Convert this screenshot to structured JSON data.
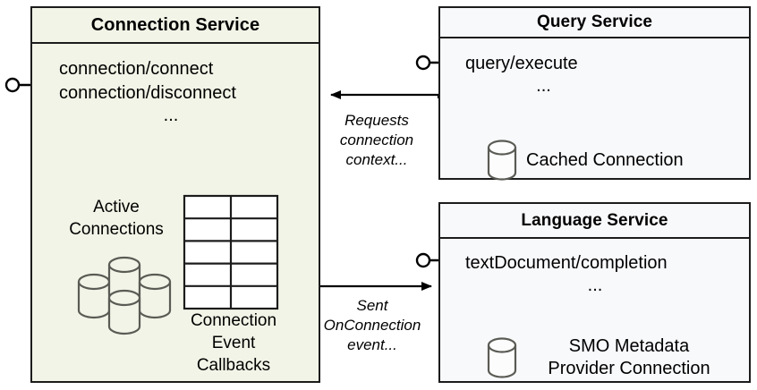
{
  "diagram": {
    "type": "uml-component-diagram",
    "colors": {
      "connection_service_fill": "#f2f4e7",
      "service_fill": "#f8f9fb",
      "stroke": "#1c1c1c",
      "icon_stroke": "#555555",
      "background": "#ffffff"
    },
    "components": [
      {
        "id": "connection",
        "title": "Connection Service",
        "operations": [
          "connection/connect",
          "connection/disconnect"
        ],
        "ellipsis": "...",
        "elements": [
          {
            "name": "active-connections",
            "caption": "Active\nConnections",
            "caption_line1": "Active",
            "caption_line2": "Connections",
            "icon": "database-cluster-icon"
          },
          {
            "name": "connection-event-callbacks",
            "caption_line1": "Connection",
            "caption_line2": "Event",
            "caption_line3": "Callbacks",
            "icon": "table-grid-icon",
            "rows": 5,
            "columns": 2
          }
        ]
      },
      {
        "id": "query",
        "title": "Query Service",
        "operations": [
          "query/execute"
        ],
        "ellipsis": "...",
        "elements": [
          {
            "name": "cached-connection",
            "caption": "Cached Connection",
            "icon": "database-cylinder-icon"
          }
        ]
      },
      {
        "id": "language",
        "title": "Language Service",
        "operations": [
          "textDocument/completion"
        ],
        "ellipsis": "...",
        "elements": [
          {
            "name": "smo-metadata-provider-connection",
            "caption_line1": "SMO Metadata",
            "caption_line2": "Provider Connection",
            "icon": "database-cylinder-icon"
          }
        ]
      }
    ],
    "edges": [
      {
        "id": "query-to-connection",
        "from": "query",
        "to": "connection",
        "label_line1": "Requests",
        "label_line2": "connection",
        "label_line3": "context...",
        "arrow": "open-arrow-left"
      },
      {
        "id": "connection-to-language",
        "from": "connection",
        "to": "language",
        "label_line1": "Sent",
        "label_line2": "OnConnection",
        "label_line3": "event...",
        "arrow": "open-arrow-right"
      }
    ],
    "provided_interfaces": [
      {
        "id": "connection-lollipop",
        "owner": "connection"
      },
      {
        "id": "query-lollipop",
        "owner": "query"
      },
      {
        "id": "language-lollipop",
        "owner": "language"
      }
    ]
  }
}
